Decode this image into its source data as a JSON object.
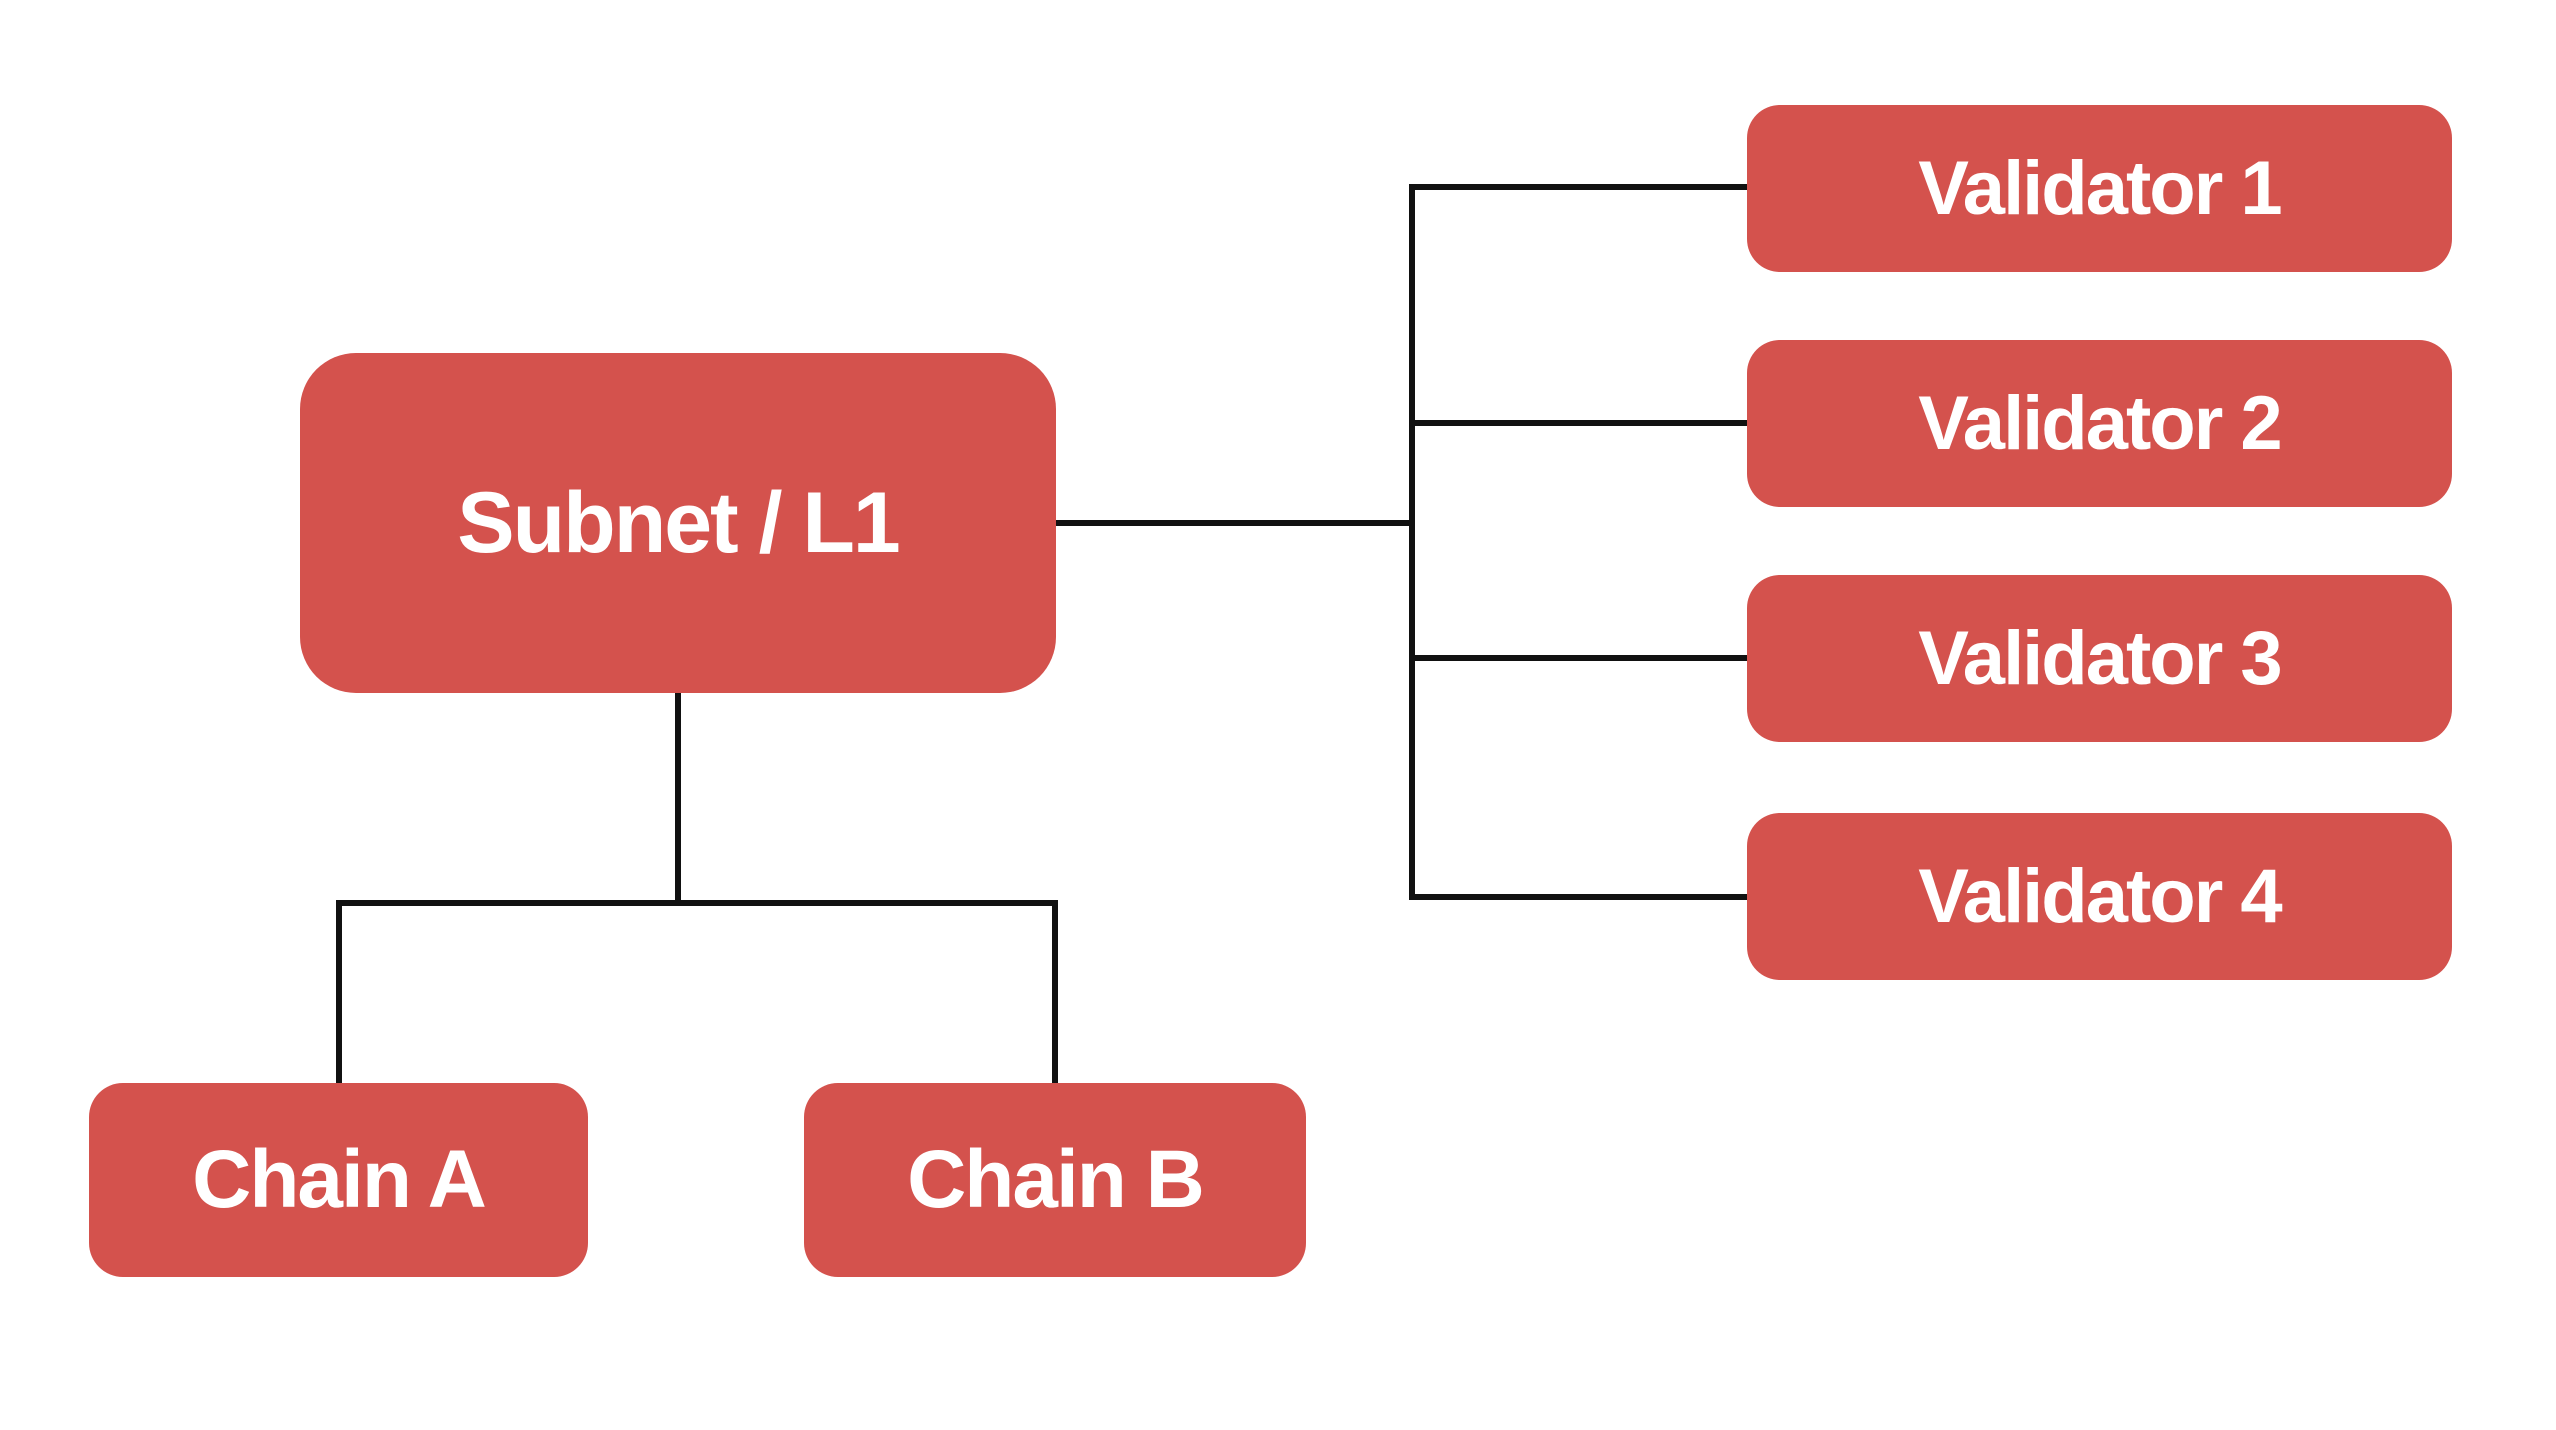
{
  "diagram": {
    "colors": {
      "background": "#ffffff",
      "node_fill": "#d4524d",
      "node_text": "#ffffff",
      "connector": "#111111"
    },
    "nodes": {
      "subnet": {
        "label": "Subnet / L1"
      },
      "validators": [
        {
          "label": "Validator 1"
        },
        {
          "label": "Validator 2"
        },
        {
          "label": "Validator 3"
        },
        {
          "label": "Validator 4"
        }
      ],
      "chains": [
        {
          "label": "Chain A"
        },
        {
          "label": "Chain B"
        }
      ]
    },
    "edges": [
      {
        "from": "Subnet / L1",
        "to": "Validator 1"
      },
      {
        "from": "Subnet / L1",
        "to": "Validator 2"
      },
      {
        "from": "Subnet / L1",
        "to": "Validator 3"
      },
      {
        "from": "Subnet / L1",
        "to": "Validator 4"
      },
      {
        "from": "Subnet / L1",
        "to": "Chain A"
      },
      {
        "from": "Subnet / L1",
        "to": "Chain B"
      }
    ]
  }
}
